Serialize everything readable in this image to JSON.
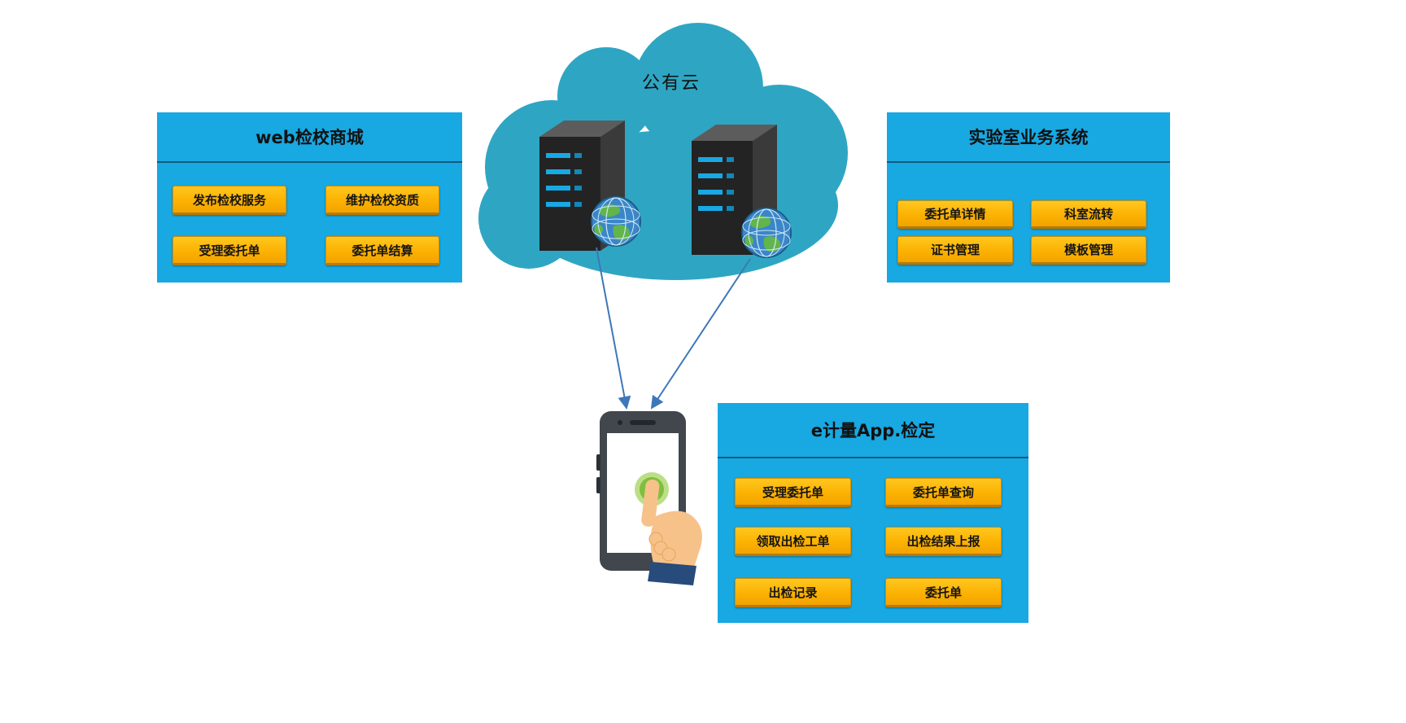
{
  "cloud": {
    "label": "公有云"
  },
  "web_mall": {
    "title": "web检校商城",
    "buttons": [
      "发布检校服务",
      "维护检校资质",
      "受理委托单",
      "委托单结算"
    ]
  },
  "lab_system": {
    "title": "实验室业务系统",
    "buttons": [
      "委托单详情",
      "科室流转",
      "证书管理",
      "模板管理"
    ]
  },
  "app_panel": {
    "title": "e计量App.检定",
    "buttons": [
      "受理委托单",
      "委托单查询",
      "领取出检工单",
      "出检结果上报",
      "出检记录",
      "委托单"
    ]
  },
  "icons": {
    "cloud": "public-cloud-shape",
    "server": "server-tower-icon",
    "globe": "globe-icon",
    "phone": "smartphone-icon",
    "hand": "hand-touch-icon",
    "arrows": [
      "arrow-left-server-to-phone",
      "arrow-right-server-to-phone"
    ]
  },
  "colors": {
    "panel_blue": "#18A8E2",
    "cloud_teal": "#2EA6C3",
    "button_yellow": "#FFC000",
    "button_edge": "#B97A00",
    "arrow_blue": "#3D77B8",
    "server_dark": "#222222",
    "touch_green": "#7FBF3F"
  }
}
